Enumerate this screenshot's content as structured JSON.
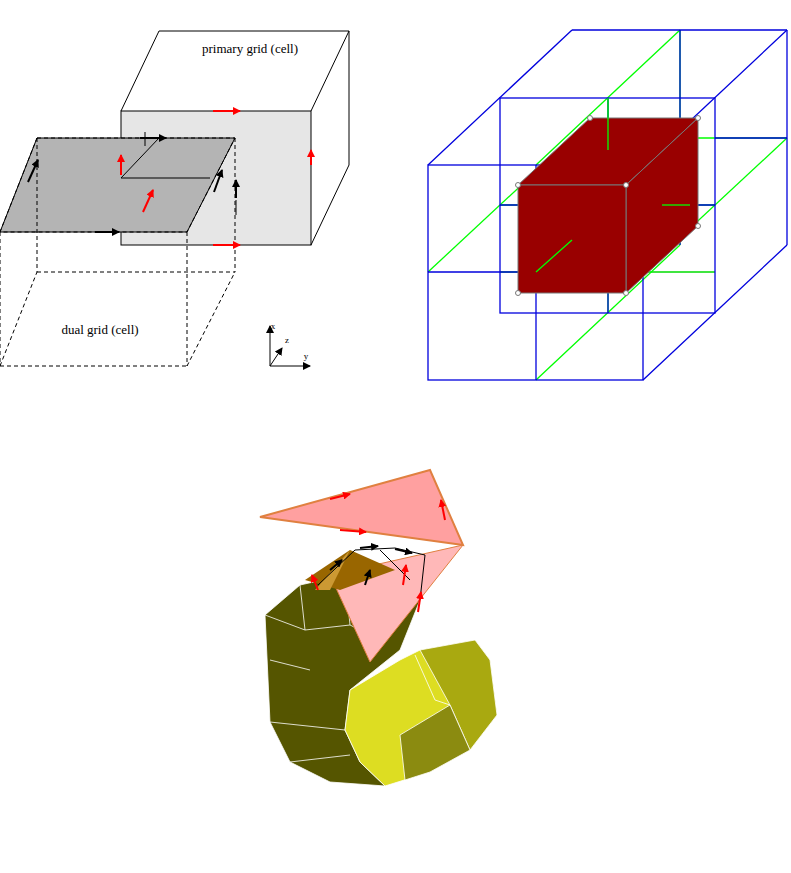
{
  "diagram": {
    "labels": [
      "primary grid (cell)",
      "dual grid (cell)",
      "x",
      "z",
      "y"
    ]
  }
}
